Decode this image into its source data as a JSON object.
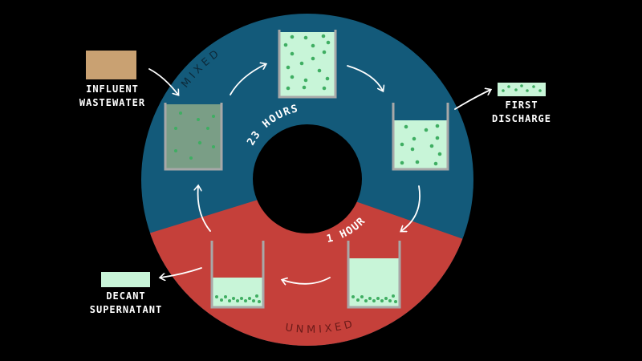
{
  "colors": {
    "background": "#000000",
    "mixed_zone": "#135a7a",
    "unmixed_zone": "#c5403a",
    "tank_wall": "#a8a8a8",
    "liquid_clear": "#c8f5d8",
    "liquid_influent_mix": "#7a9e86",
    "biomass": "#3fae62",
    "influent_swatch": "#c9a172",
    "arrow": "#ffffff"
  },
  "zones": {
    "top_label": "MIXED",
    "bottom_label": "UNMIXED",
    "top_duration": "23 HOURS",
    "bottom_duration": "1 HOUR"
  },
  "externals": {
    "influent": {
      "line1": "INFLUENT",
      "line2": "WASTEWATER"
    },
    "first_discharge": {
      "line1": "FIRST",
      "line2": "DISCHARGE"
    },
    "decant": {
      "line1": "DECANT",
      "line2": "SUPERNATANT"
    }
  },
  "tanks": [
    {
      "id": "fill",
      "state": "influent added, sparse biomass"
    },
    {
      "id": "react",
      "state": "full, mixed biomass"
    },
    {
      "id": "first-discharge",
      "state": "partially drained, mixed"
    },
    {
      "id": "settle",
      "state": "full, biomass settled"
    },
    {
      "id": "decant",
      "state": "decanted, biomass settled"
    }
  ]
}
